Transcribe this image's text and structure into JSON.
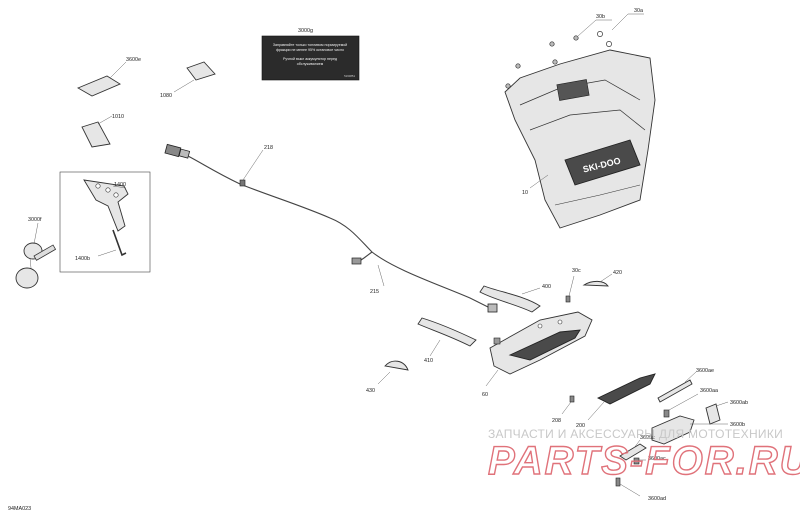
{
  "figure_code": "94MA023",
  "labels": {
    "l3000g": "3000g",
    "l3600e": "3600e",
    "l1080": "1080",
    "l1010": "1010",
    "l1400": "1400",
    "l1400b": "1400b",
    "l3000f": "3000f",
    "l218": "218",
    "l215": "215",
    "l30a": "30a",
    "l30b": "30b",
    "l10": "10",
    "l30c": "30c",
    "l420": "420",
    "l400": "400",
    "l410": "410",
    "l430": "430",
    "l60": "60",
    "l208": "208",
    "l200": "200",
    "l3600aa": "3600aa",
    "l3600ae": "3600ae",
    "l3600ab": "3600ab",
    "l3600b": "3600b",
    "l3600c": "3600c",
    "l3600ac": "3600ac",
    "l3600ad": "3600ad"
  },
  "decal_3000g": {
    "line1": "Заправляйте только топливом нормируемой",
    "line2": "фракции не менее 95% октановое число",
    "line3": "Ручной выкл аккумулятор перед",
    "line4": "обслуживанием",
    "code": "5160851"
  },
  "hood_brand": "SKI-DOO",
  "watermark": {
    "line1": "ЗАПЧАСТИ И АКСЕССУАРЫ ДЛЯ МОТОТЕХНИКИ",
    "line2": "PARTS-FOR.RU"
  }
}
